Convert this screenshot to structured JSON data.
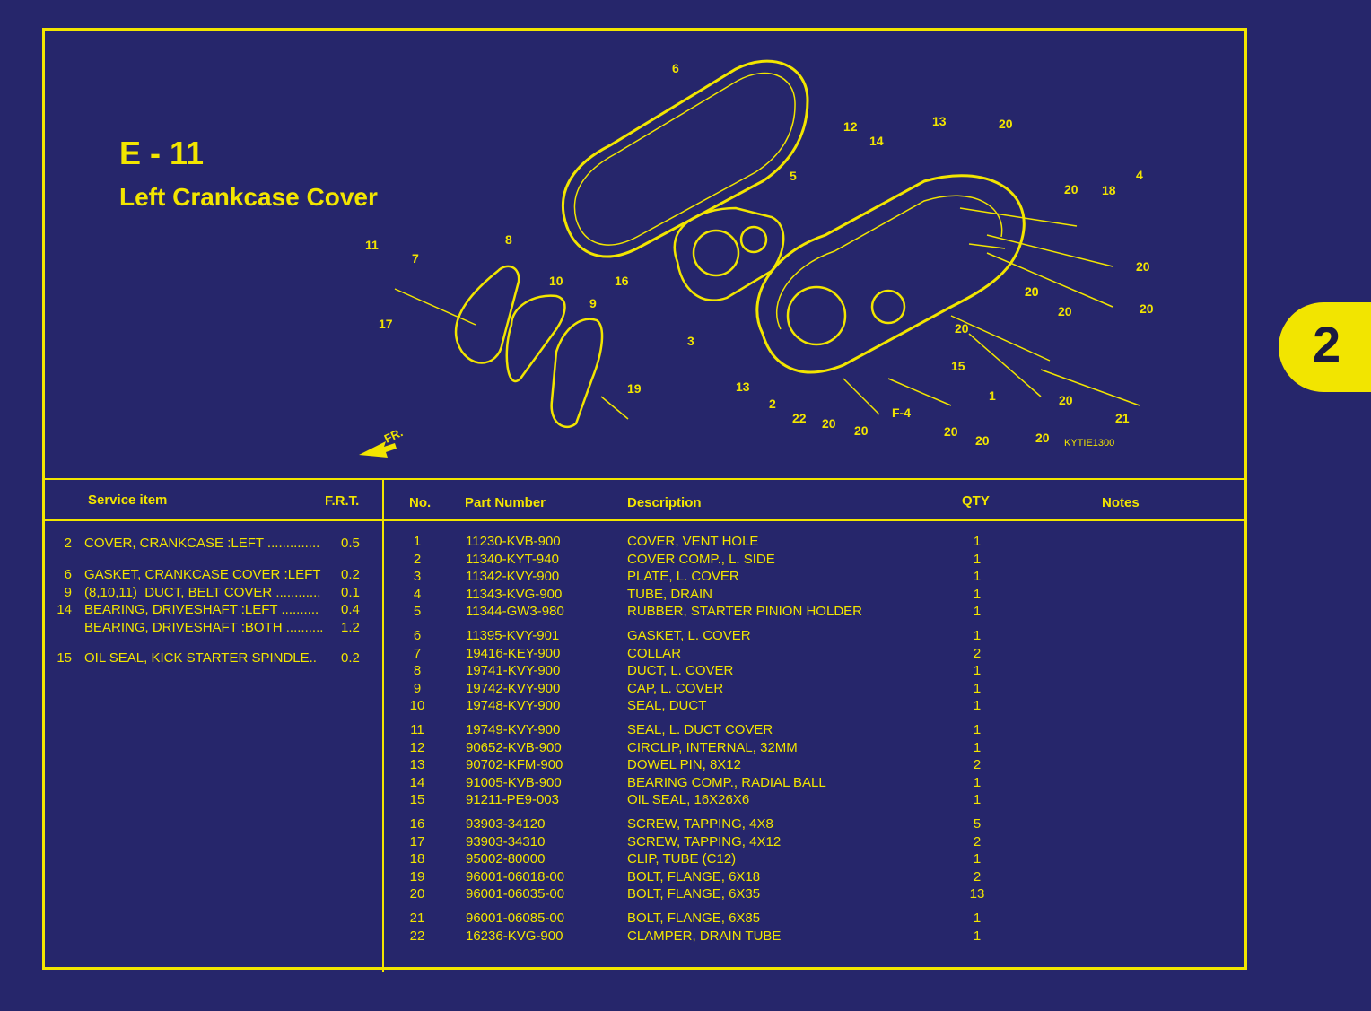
{
  "header": {
    "code": "E - 11",
    "title": "Left Crankcase Cover",
    "figure_ref": "KYTIE1300",
    "front_label": "FR."
  },
  "diagram_callouts": [
    "1",
    "2",
    "3",
    "4",
    "5",
    "6",
    "7",
    "8",
    "9",
    "10",
    "11",
    "12",
    "13",
    "13",
    "14",
    "15",
    "16",
    "17",
    "18",
    "19",
    "20",
    "20",
    "20",
    "20",
    "20",
    "20",
    "20",
    "20",
    "20",
    "20",
    "20",
    "20",
    "20",
    "20",
    "21",
    "22",
    "F-4"
  ],
  "service_header": {
    "item": "Service item",
    "frt": "F.R.T."
  },
  "service_items": [
    {
      "no": "2",
      "desc": "COVER, CRANKCASE :LEFT ..............",
      "frt": "0.5"
    },
    {
      "no": "6",
      "desc": "GASKET, CRANKCASE COVER :LEFT",
      "frt": "0.2"
    },
    {
      "no": "9",
      "desc": "(8,10,11)  DUCT, BELT COVER ............",
      "frt": "0.1"
    },
    {
      "no": "14",
      "desc": "BEARING, DRIVESHAFT :LEFT ..........",
      "frt": "0.4"
    },
    {
      "no": "",
      "desc": "BEARING, DRIVESHAFT :BOTH ..........",
      "frt": "1.2"
    },
    {
      "no": "15",
      "desc": "OIL SEAL, KICK STARTER SPINDLE..",
      "frt": "0.2"
    }
  ],
  "parts_header": {
    "no": "No.",
    "part": "Part Number",
    "desc": "Description",
    "qty": "QTY",
    "notes": "Notes"
  },
  "parts": [
    {
      "no": "1",
      "part": "11230-KVB-900",
      "desc": "COVER, VENT HOLE",
      "qty": "1"
    },
    {
      "no": "2",
      "part": "11340-KYT-940",
      "desc": "COVER COMP., L. SIDE",
      "qty": "1"
    },
    {
      "no": "3",
      "part": "11342-KVY-900",
      "desc": "PLATE, L. COVER",
      "qty": "1"
    },
    {
      "no": "4",
      "part": "11343-KVG-900",
      "desc": "TUBE, DRAIN",
      "qty": "1"
    },
    {
      "no": "5",
      "part": "11344-GW3-980",
      "desc": "RUBBER, STARTER PINION HOLDER",
      "qty": "1"
    },
    {
      "no": "6",
      "part": "11395-KVY-901",
      "desc": "GASKET, L. COVER",
      "qty": "1"
    },
    {
      "no": "7",
      "part": "19416-KEY-900",
      "desc": "COLLAR",
      "qty": "2"
    },
    {
      "no": "8",
      "part": "19741-KVY-900",
      "desc": "DUCT, L. COVER",
      "qty": "1"
    },
    {
      "no": "9",
      "part": "19742-KVY-900",
      "desc": "CAP, L. COVER",
      "qty": "1"
    },
    {
      "no": "10",
      "part": "19748-KVY-900",
      "desc": "SEAL, DUCT",
      "qty": "1"
    },
    {
      "no": "11",
      "part": "19749-KVY-900",
      "desc": "SEAL, L. DUCT COVER",
      "qty": "1"
    },
    {
      "no": "12",
      "part": "90652-KVB-900",
      "desc": "CIRCLIP, INTERNAL, 32MM",
      "qty": "1"
    },
    {
      "no": "13",
      "part": "90702-KFM-900",
      "desc": "DOWEL PIN, 8X12",
      "qty": "2"
    },
    {
      "no": "14",
      "part": "91005-KVB-900",
      "desc": "BEARING COMP., RADIAL BALL",
      "qty": "1"
    },
    {
      "no": "15",
      "part": "91211-PE9-003",
      "desc": "OIL SEAL, 16X26X6",
      "qty": "1"
    },
    {
      "no": "16",
      "part": "93903-34120",
      "desc": "SCREW, TAPPING, 4X8",
      "qty": "5"
    },
    {
      "no": "17",
      "part": "93903-34310",
      "desc": "SCREW, TAPPING, 4X12",
      "qty": "2"
    },
    {
      "no": "18",
      "part": "95002-80000",
      "desc": "CLIP, TUBE (C12)",
      "qty": "1"
    },
    {
      "no": "19",
      "part": "96001-06018-00",
      "desc": "BOLT, FLANGE, 6X18",
      "qty": "2"
    },
    {
      "no": "20",
      "part": "96001-06035-00",
      "desc": "BOLT, FLANGE, 6X35",
      "qty": "13"
    },
    {
      "no": "21",
      "part": "96001-06085-00",
      "desc": "BOLT, FLANGE, 6X85",
      "qty": "1"
    },
    {
      "no": "22",
      "part": "16236-KVG-900",
      "desc": "CLAMPER, DRAIN TUBE",
      "qty": "1"
    }
  ],
  "section_tab": "2",
  "colors": {
    "background": "#26266b",
    "accent": "#f2e500"
  }
}
